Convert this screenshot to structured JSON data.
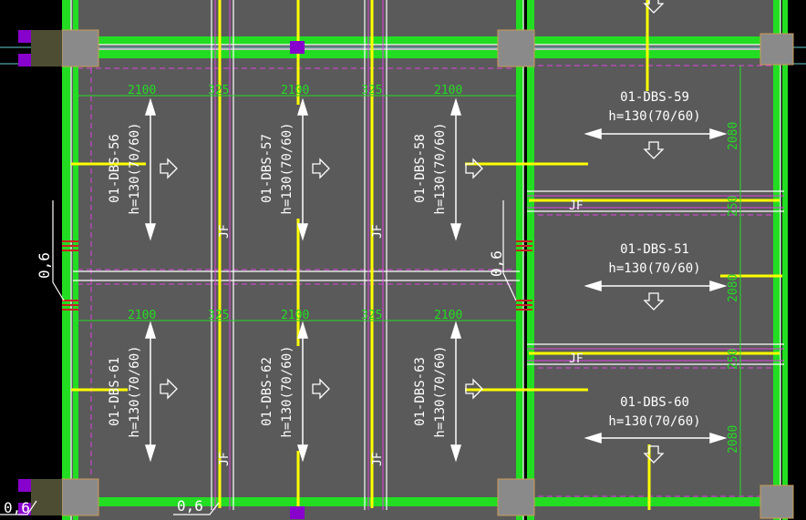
{
  "drawing": {
    "colors": {
      "background": "#000000",
      "slab_fill": "#5a5a5a",
      "beam": "#22dd22",
      "beam_edge": "#ffffff",
      "column": "#8a8a8a",
      "rebar": "#ffff00",
      "dimension": "#22dd22",
      "magenta": "#dd44dd",
      "purple": "#8800cc",
      "cyan": "#66cccc",
      "text": "#ffffff",
      "hatch": "#cc2222"
    },
    "slabs": [
      {
        "id": "01-DBS-56",
        "thickness": "h=130(70/60)",
        "orientation": "vertical"
      },
      {
        "id": "01-DBS-57",
        "thickness": "h=130(70/60)",
        "orientation": "vertical"
      },
      {
        "id": "01-DBS-58",
        "thickness": "h=130(70/60)",
        "orientation": "vertical"
      },
      {
        "id": "01-DBS-59",
        "thickness": "h=130(70/60)",
        "orientation": "horizontal"
      },
      {
        "id": "01-DBS-51",
        "thickness": "h=130(70/60)",
        "orientation": "horizontal"
      },
      {
        "id": "01-DBS-60",
        "thickness": "h=130(70/60)",
        "orientation": "horizontal"
      },
      {
        "id": "01-DBS-61",
        "thickness": "h=130(70/60)",
        "orientation": "vertical"
      },
      {
        "id": "01-DBS-62",
        "thickness": "h=130(70/60)",
        "orientation": "vertical"
      },
      {
        "id": "01-DBS-63",
        "thickness": "h=130(70/60)",
        "orientation": "vertical"
      }
    ],
    "dimensions_top": [
      "2100",
      "325",
      "2100",
      "325",
      "2100"
    ],
    "dimensions_mid": [
      "2100",
      "325",
      "2100",
      "325",
      "2100"
    ],
    "dimensions_right": [
      "2080",
      "250",
      "2080",
      "250",
      "2080"
    ],
    "joint_labels": [
      "JF",
      "JF",
      "JF",
      "JF",
      "JF",
      "JF"
    ],
    "slope_labels": [
      "0,6",
      "0,6",
      "0,6",
      "0,6"
    ]
  }
}
